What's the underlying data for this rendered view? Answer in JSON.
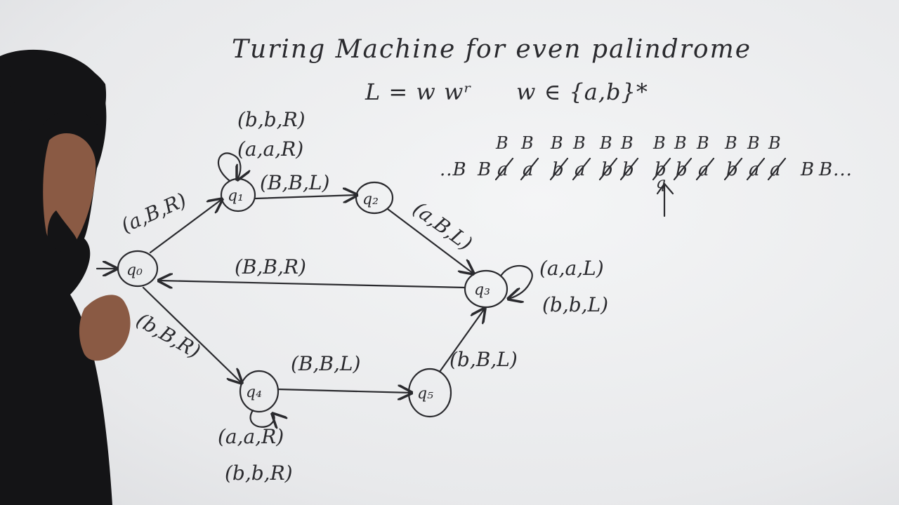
{
  "board": {
    "title": "Turing Machine for even palindrome",
    "language": "L = w wʳ",
    "alphabet": "w ∈ {a,b}*"
  },
  "states": [
    {
      "id": "q0",
      "label": "q₀",
      "initial": true
    },
    {
      "id": "q1",
      "label": "q₁"
    },
    {
      "id": "q2",
      "label": "q₂"
    },
    {
      "id": "q3",
      "label": "q₃"
    },
    {
      "id": "q4",
      "label": "q₄"
    },
    {
      "id": "q5",
      "label": "q₅"
    }
  ],
  "transitions": {
    "q0_q1": "(a,B,R)",
    "q1_self": [
      "(b,b,R)",
      "(a,a,R)"
    ],
    "q1_q2": "(B,B,L)",
    "q2_q3": "(a,B,L)",
    "q3_self": [
      "(a,a,L)",
      "(b,b,L)"
    ],
    "q3_q0": "(B,B,R)",
    "q0_q4": "(b,B,R)",
    "q4_self": [
      "(a,a,R)",
      "(b,b,R)"
    ],
    "q4_q5": "(B,B,L)",
    "q5_q3": "(b,B,L)"
  },
  "tape": {
    "cells": [
      "..B",
      "B",
      "a",
      "a",
      "b",
      "a",
      "b",
      "b",
      "b",
      "b",
      "a",
      "b",
      "a",
      "a",
      "B",
      "B..."
    ],
    "overwritten": [
      "B",
      "B",
      "B",
      "B",
      "B",
      "B",
      "B",
      "B",
      "B",
      "B",
      "B",
      "B"
    ],
    "head_label": "q"
  },
  "colors": {
    "ink": "#2a2a2e",
    "board": "#eeeff1"
  }
}
